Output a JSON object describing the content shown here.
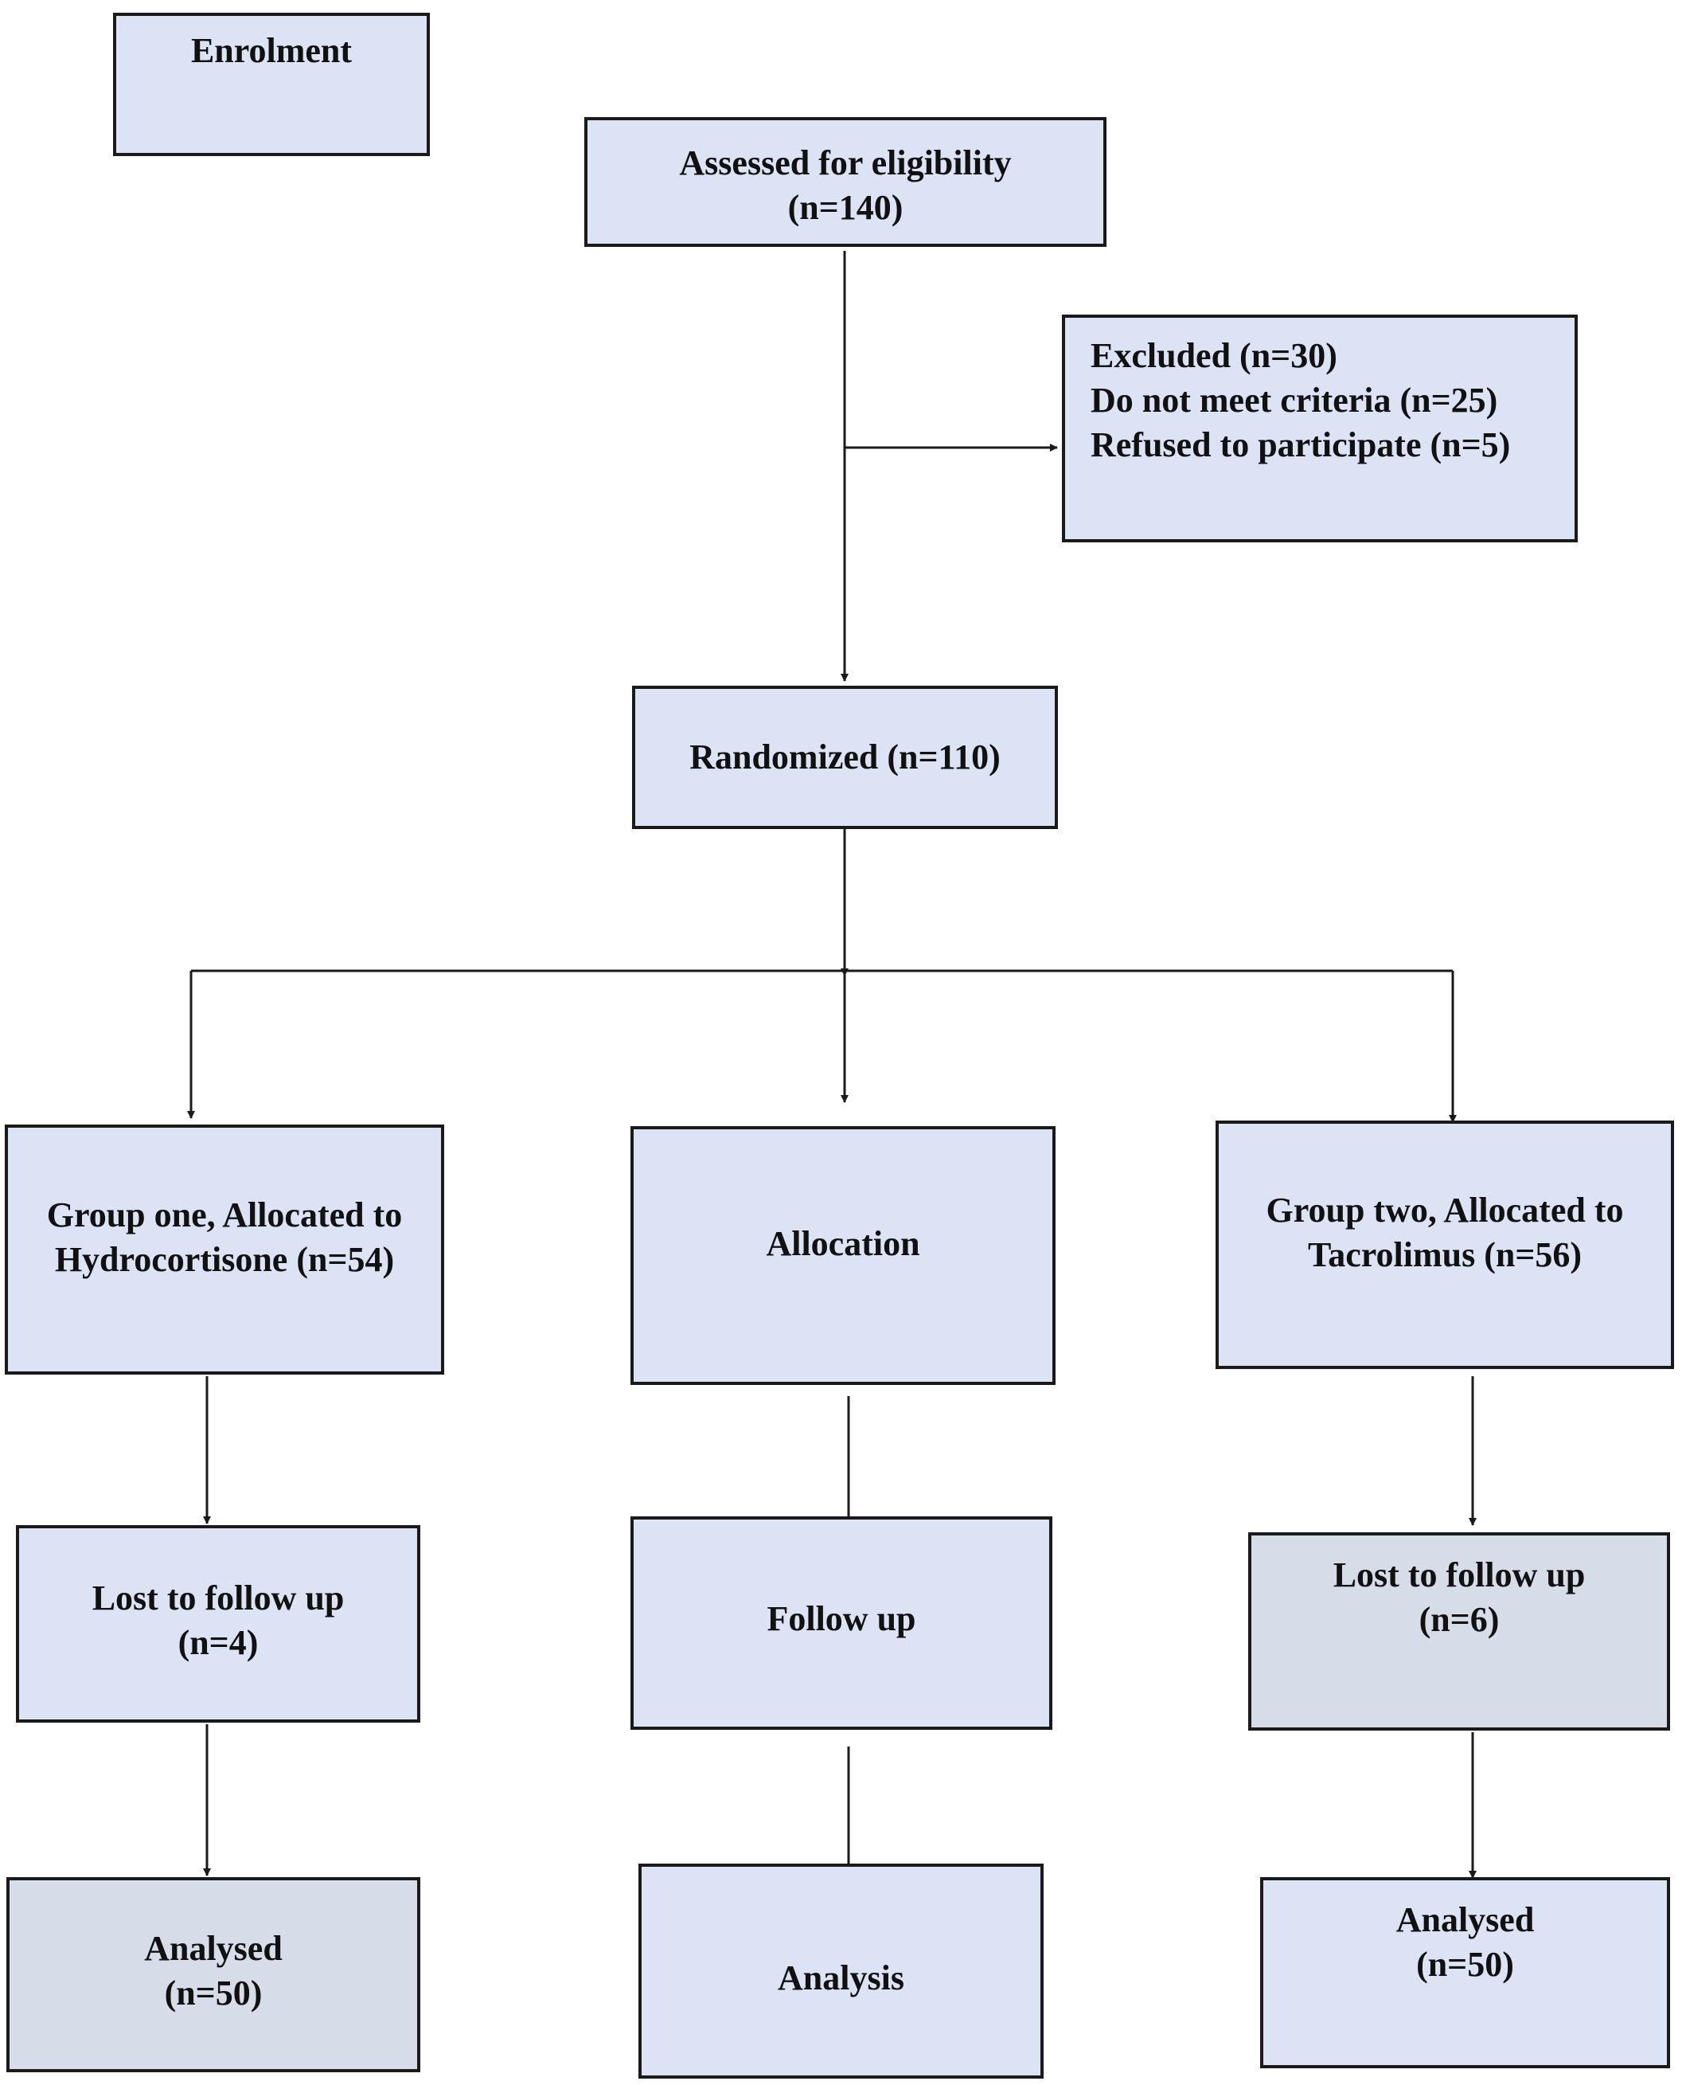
{
  "flowchart": {
    "enrolment": "Enrolment",
    "assessed": {
      "line1": "Assessed for eligibility",
      "line2": "(n=140)"
    },
    "excluded": {
      "line1": "Excluded (n=30)",
      "line2": "Do not meet criteria (n=25)",
      "line3": "Refused to participate (n=5)"
    },
    "randomized": "Randomized (n=110)",
    "group_one": {
      "line1": "Group one, Allocated to",
      "line2": "Hydrocortisone (n=54)"
    },
    "allocation": "Allocation",
    "group_two": {
      "line1": "Group two, Allocated to",
      "line2": "Tacrolimus (n=56)"
    },
    "lost_one": {
      "line1": "Lost to follow up",
      "line2": "(n=4)"
    },
    "follow_up": "Follow up",
    "lost_two": {
      "line1": "Lost to follow up",
      "line2": "(n=6)"
    },
    "analysed_one": {
      "line1": "Analysed",
      "line2": "(n=50)"
    },
    "analysis": "Analysis",
    "analysed_two": {
      "line1": "Analysed",
      "line2": "(n=50)"
    }
  },
  "colors": {
    "box_fill": "#dbe3f5",
    "box_fill_gray": "#d7dde8",
    "line": "#1a1a1a"
  }
}
